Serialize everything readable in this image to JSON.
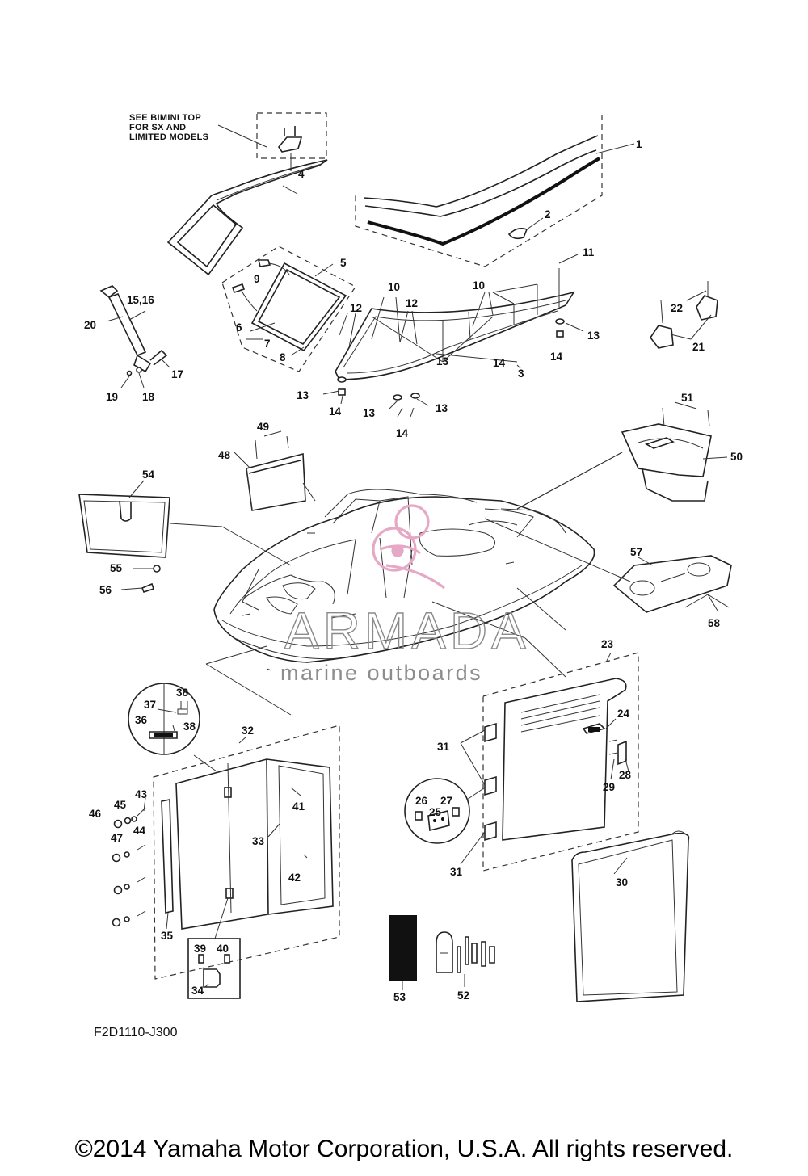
{
  "note": {
    "line1": "SEE BIMINI TOP",
    "line2": "FOR SX AND",
    "line3": "LIMITED MODELS"
  },
  "figure_code": "F2D1110-J300",
  "copyright": "©2014 Yamaha Motor Corporation, U.S.A. All rights reserved.",
  "watermark": {
    "brand": "ARMADA",
    "tagline": "marine outboards",
    "logo_color": "#e7a8c6"
  },
  "callouts": [
    "1",
    "2",
    "3",
    "4",
    "5",
    "6",
    "7",
    "8",
    "9",
    "10",
    "10",
    "11",
    "12",
    "12",
    "13",
    "13",
    "13",
    "13",
    "13",
    "14",
    "14",
    "14",
    "14",
    "15,16",
    "17",
    "18",
    "19",
    "20",
    "21",
    "22",
    "23",
    "24",
    "25",
    "26",
    "27",
    "28",
    "29",
    "30",
    "31",
    "31",
    "32",
    "33",
    "34",
    "35",
    "36",
    "37",
    "38",
    "38",
    "39",
    "40",
    "41",
    "42",
    "43",
    "44",
    "45",
    "46",
    "47",
    "48",
    "49",
    "50",
    "51",
    "52",
    "53",
    "54",
    "55",
    "56",
    "57",
    "58"
  ]
}
